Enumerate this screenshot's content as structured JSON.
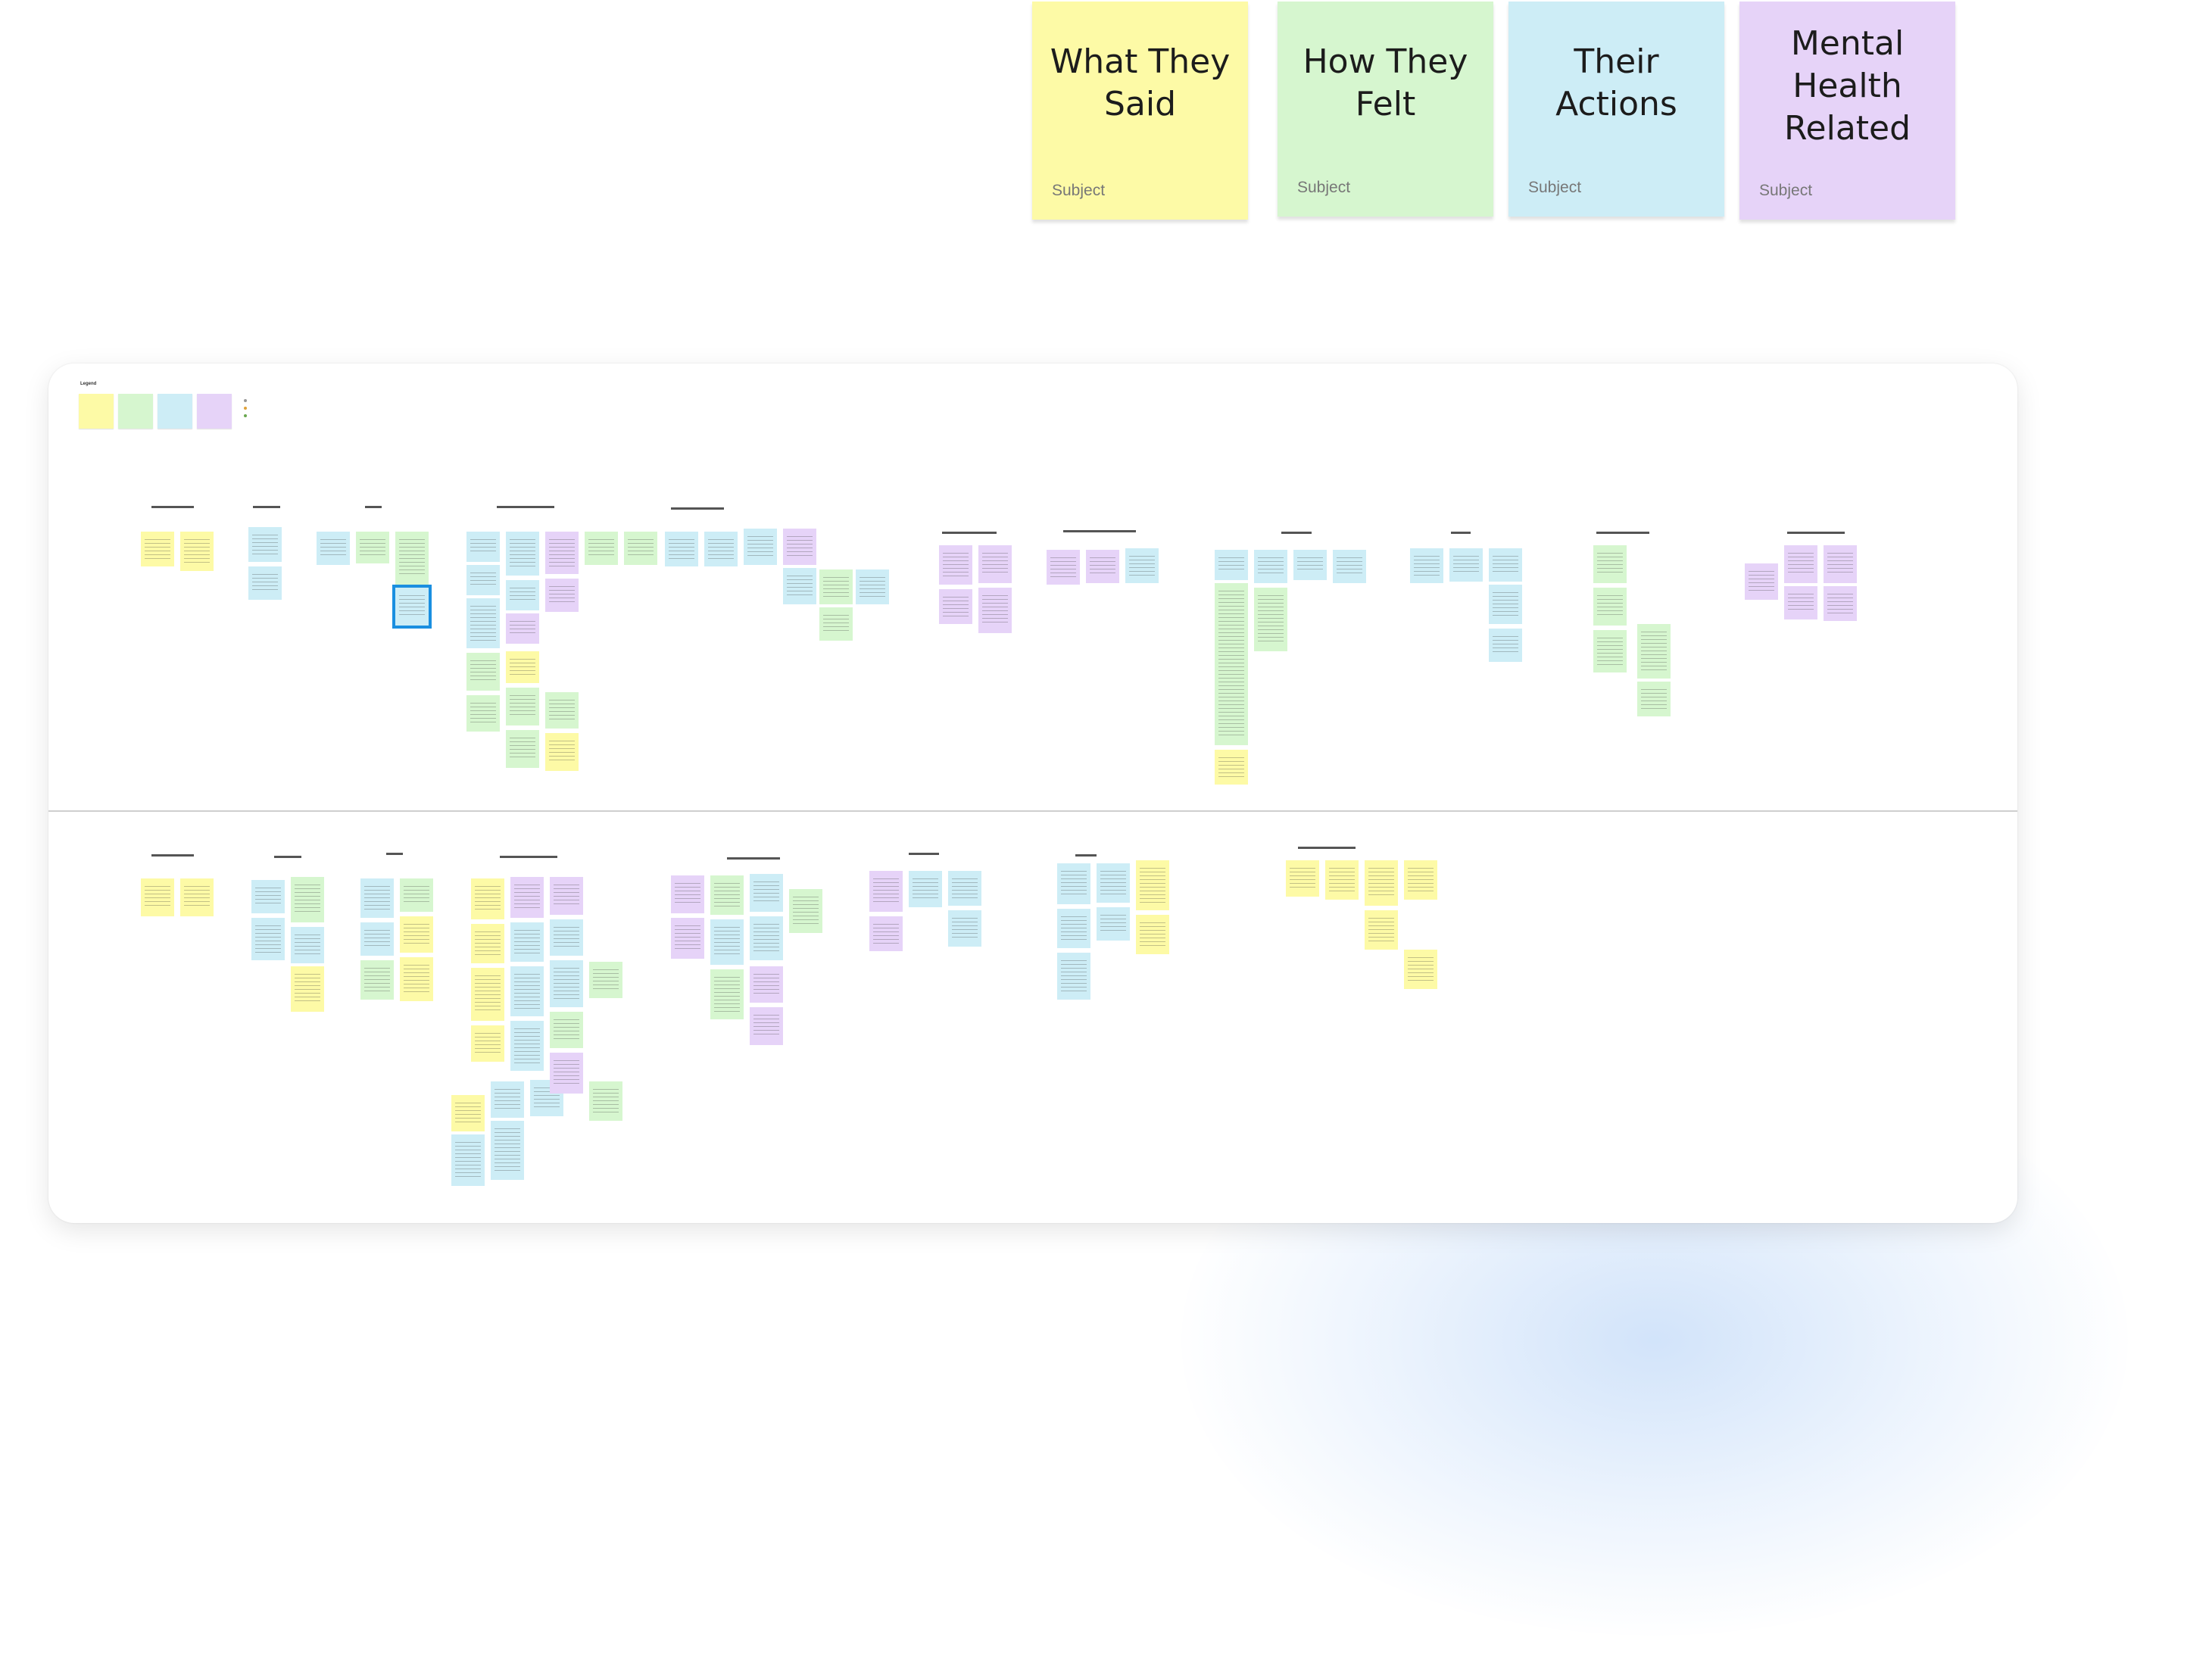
{
  "header_notes": [
    {
      "title": "What They Said",
      "subject": "Subject",
      "color": "#fdfaa6"
    },
    {
      "title": "How They Felt",
      "subject": "Subject",
      "color": "#d6f6cf"
    },
    {
      "title": "Their Actions",
      "subject": "Subject",
      "color": "#cdedf6"
    },
    {
      "title": "Mental Health Related",
      "subject": "Subject",
      "color": "#e6d3f8"
    }
  ],
  "board": {
    "legend_title": "Legend"
  },
  "colors": {
    "said": "#fdfaa6",
    "felt": "#d6f6cf",
    "actions": "#cdedf6",
    "mental_health": "#e6d3f8",
    "selection": "#1a8fe0"
  }
}
